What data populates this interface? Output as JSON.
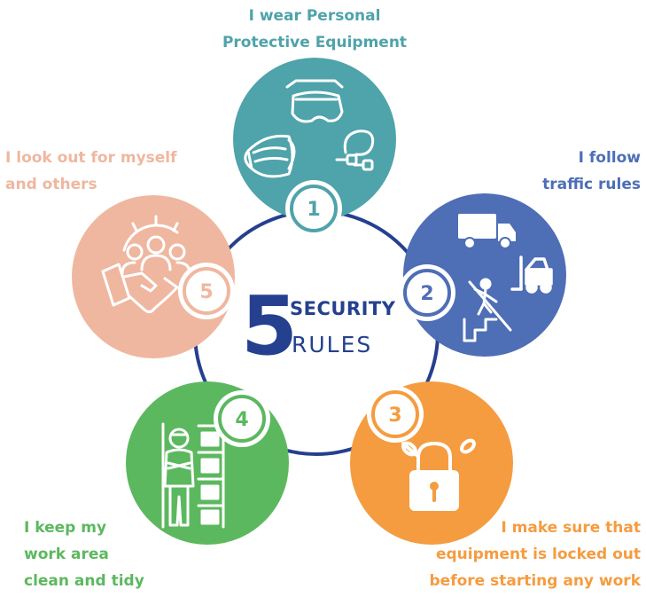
{
  "center": {
    "number": "5",
    "word1": "SECURITY",
    "word2": "RULES"
  },
  "colors": {
    "ring": "#24408e",
    "rule1": "#4fa3aa",
    "rule2": "#4e6eb5",
    "rule3": "#f59c40",
    "rule4": "#5cb85f",
    "rule5": "#efb7a0"
  },
  "rules": [
    {
      "number": "1",
      "lines": [
        "I wear Personal",
        "Protective Equipment"
      ],
      "icons": [
        "safety-goggles-icon",
        "face-mask-icon",
        "earplugs-icon"
      ]
    },
    {
      "number": "2",
      "lines": [
        "I follow",
        "traffic rules"
      ],
      "icons": [
        "delivery-truck-icon",
        "forklift-icon",
        "person-on-stairs-icon"
      ]
    },
    {
      "number": "3",
      "lines": [
        "I make sure that",
        "equipment is locked out",
        "before starting any work"
      ],
      "icons": [
        "padlock-chain-icon"
      ]
    },
    {
      "number": "4",
      "lines": [
        "I keep my",
        "work area",
        "clean and tidy"
      ],
      "icons": [
        "worker-shelves-icon"
      ]
    },
    {
      "number": "5",
      "lines": [
        "I look out for myself",
        "and others"
      ],
      "icons": [
        "team-gear-handshake-icon"
      ]
    }
  ]
}
